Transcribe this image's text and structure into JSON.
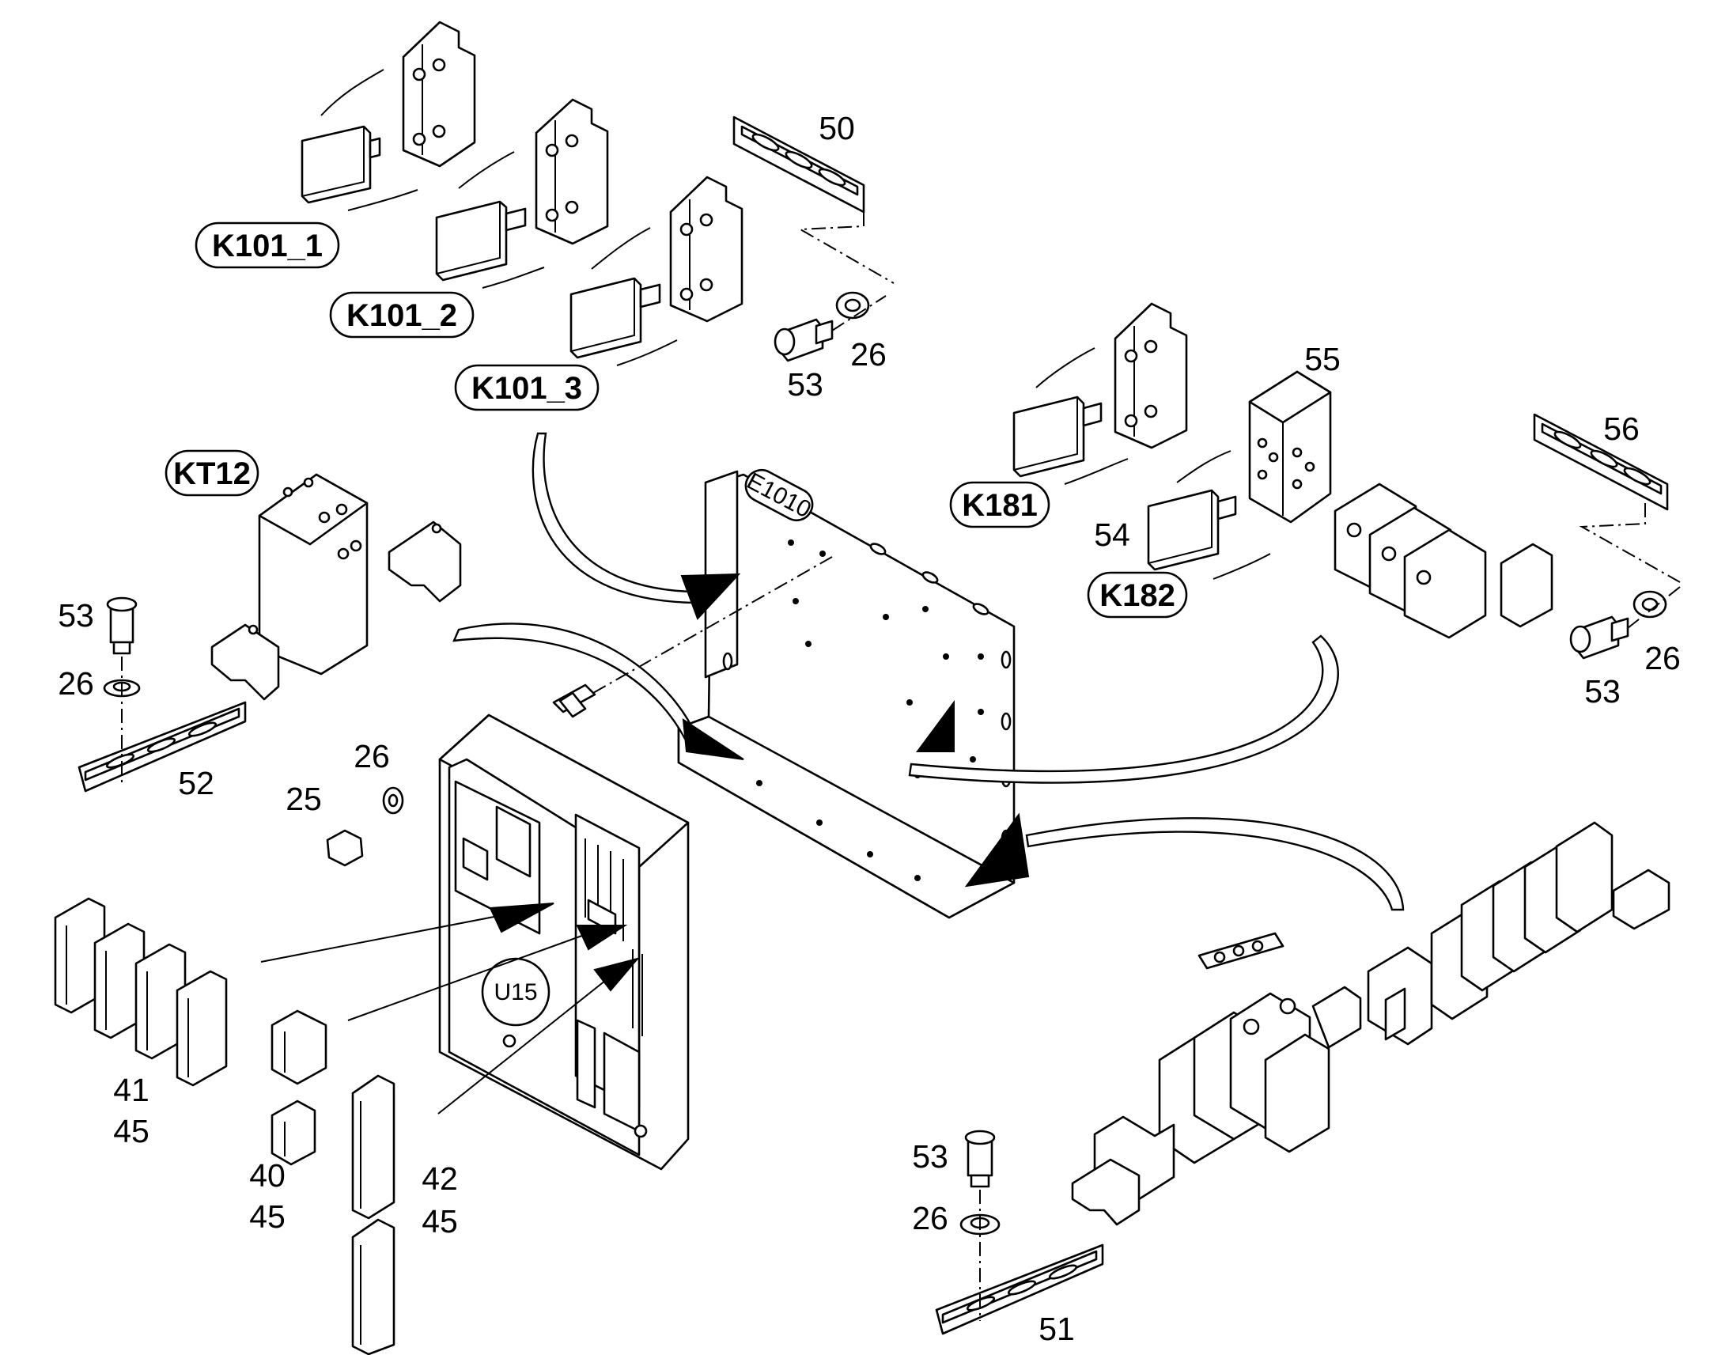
{
  "component_tags": [
    {
      "id": "k101-1",
      "text": "K101_1"
    },
    {
      "id": "k101-2",
      "text": "K101_2"
    },
    {
      "id": "k101-3",
      "text": "K101_3"
    },
    {
      "id": "kt12",
      "text": "KT12"
    },
    {
      "id": "k181",
      "text": "K181"
    },
    {
      "id": "k182",
      "text": "K182"
    }
  ],
  "part_numbers": [
    {
      "id": "p50",
      "text": "50"
    },
    {
      "id": "p26-top",
      "text": "26"
    },
    {
      "id": "p53-top",
      "text": "53"
    },
    {
      "id": "p55",
      "text": "55"
    },
    {
      "id": "p56",
      "text": "56"
    },
    {
      "id": "p54",
      "text": "54"
    },
    {
      "id": "p26-right",
      "text": "26"
    },
    {
      "id": "p53-right",
      "text": "53"
    },
    {
      "id": "p53-left",
      "text": "53"
    },
    {
      "id": "p26-left",
      "text": "26"
    },
    {
      "id": "p52",
      "text": "52"
    },
    {
      "id": "p26-mid",
      "text": "26"
    },
    {
      "id": "p25",
      "text": "25"
    },
    {
      "id": "p41",
      "text": "41"
    },
    {
      "id": "p45-a",
      "text": "45"
    },
    {
      "id": "p40",
      "text": "40"
    },
    {
      "id": "p45-b",
      "text": "45"
    },
    {
      "id": "p42",
      "text": "42"
    },
    {
      "id": "p45-c",
      "text": "45"
    },
    {
      "id": "p53-bottom",
      "text": "53"
    },
    {
      "id": "p26-bottom",
      "text": "26"
    },
    {
      "id": "p51",
      "text": "51"
    }
  ],
  "panel_markings": {
    "plate": "E1010",
    "controller": "U15"
  }
}
